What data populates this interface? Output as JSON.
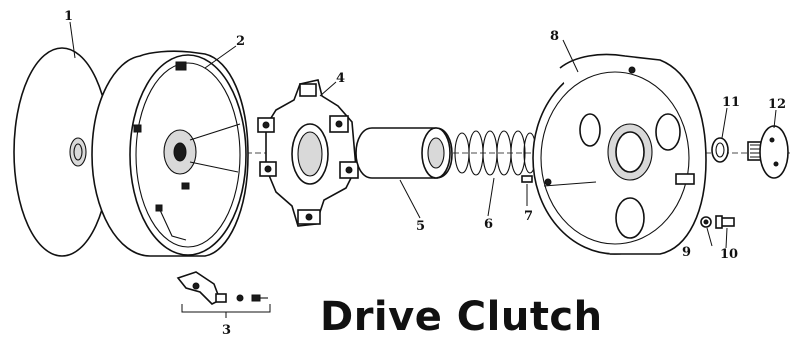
{
  "title": "Drive Clutch",
  "callouts": {
    "c1": "1",
    "c2": "2",
    "c3": "3",
    "c4": "4",
    "c5": "5",
    "c6": "6",
    "c7": "7",
    "c8": "8",
    "c9": "9",
    "c10": "10",
    "c11": "11",
    "c12": "12"
  }
}
